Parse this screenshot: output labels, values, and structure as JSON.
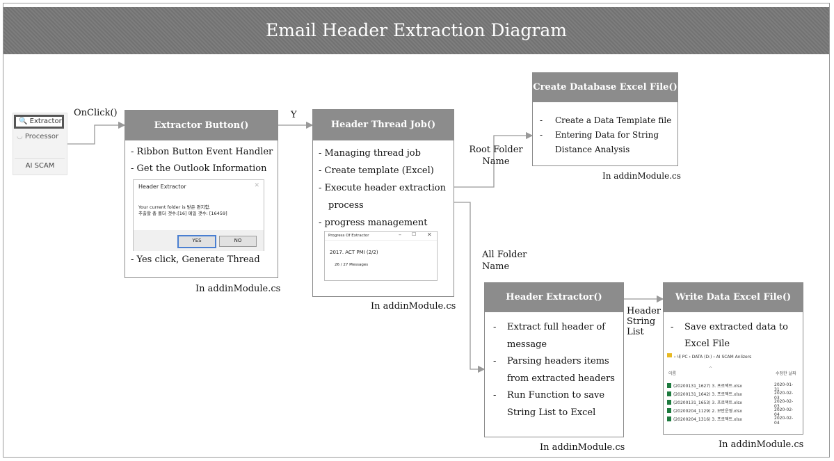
{
  "title": "Email Header Extraction Diagram",
  "ribbon": {
    "extractor_label": "Extractor",
    "processor_label": "Processor",
    "group_label": "AI SCAM"
  },
  "edge_labels": {
    "onclick": "OnClick()",
    "y": "Y",
    "root_folder_1": "Root Folder",
    "root_folder_2": "Name",
    "all_folder_1": "All Folder",
    "all_folder_2": "Name",
    "header_1": "Header",
    "header_2": "String",
    "header_3": "List"
  },
  "extractor_button": {
    "title": "Extractor Button()",
    "bullets": [
      "- Ribbon Button Event Handler",
      "- Get the Outlook Information",
      "- Yes click, Generate Thread"
    ],
    "dialog": {
      "title": "Header Extractor",
      "line1": "Your current folder is 받은 편지함.",
      "line2": "추출할 총 폴더 갯수:[16] 메일 갯수: [16459]",
      "yes": "YES",
      "no": "NO"
    },
    "footer": "In addinModule.cs"
  },
  "header_thread": {
    "title": "Header Thread Job()",
    "bullets": [
      "- Managing thread job",
      "- Create template (Excel)",
      "- Execute header extraction",
      "process",
      "- progress management"
    ],
    "progress": {
      "title": "Progress Of Extractor",
      "line1": "2017. ACT PMI (2/2)",
      "line2": "26 / 27  Messages"
    },
    "footer": "In addinModule.cs"
  },
  "create_db": {
    "title": "Create Database Excel File()",
    "bullets": [
      "Create a Data Template file",
      "Entering Data for String",
      "Distance Analysis"
    ],
    "footer": "In addinModule.cs"
  },
  "header_extractor": {
    "title": "Header Extractor()",
    "bullets": [
      "Extract full header of",
      "message",
      "Parsing headers items",
      "from extracted headers",
      "Run Function to save",
      "String List to Excel"
    ],
    "footer": "In addinModule.cs"
  },
  "write_data": {
    "title": "Write Data Excel File()",
    "bullets": [
      "Save extracted data to",
      "Excel File"
    ],
    "explorer": {
      "path": "› 내 PC › DATA (D:) › AI SCAM Anlizers",
      "col_name": "이름",
      "col_date": "수정한 날짜",
      "files": [
        {
          "name": "(20200131_1627) 3. 프로젝트.xlsx",
          "date": "2020-01-31"
        },
        {
          "name": "(20200131_1642) 3. 프로젝트.xlsx",
          "date": "2020-02-03"
        },
        {
          "name": "(20200131_1653) 3. 프로젝트.xlsx",
          "date": "2020-02-03"
        },
        {
          "name": "(20200204_1129) 2. 보안운영.xlsx",
          "date": "2020-02-04"
        },
        {
          "name": "(20200204_1316) 3. 프로젝트.xlsx",
          "date": "2020-02-04"
        }
      ]
    },
    "footer": "In addinModule.cs"
  },
  "colors": {
    "title_bg": "#777777",
    "box_header_bg": "#8c8c8c",
    "connector": "#999999"
  }
}
